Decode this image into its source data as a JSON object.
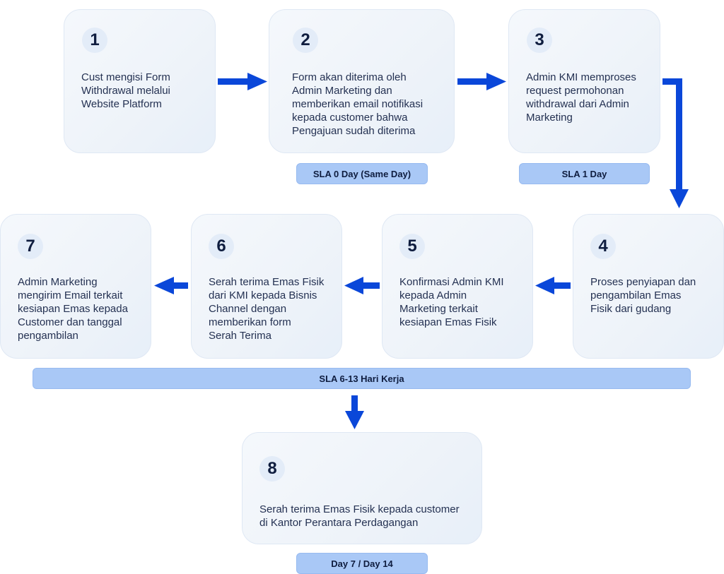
{
  "steps": [
    {
      "number": "1",
      "text": "Cust mengisi Form\nWithdrawal melalui\nWebsite Platform"
    },
    {
      "number": "2",
      "text": "Form akan diterima oleh\nAdmin Marketing dan\nmemberikan email notifikasi\nkepada customer bahwa\nPengajuan sudah diterima"
    },
    {
      "number": "3",
      "text": "Admin KMI memproses\nrequest permohonan\nwithdrawal dari Admin\nMarketing"
    },
    {
      "number": "4",
      "text": "Proses penyiapan dan\npengambilan Emas\nFisik dari gudang"
    },
    {
      "number": "5",
      "text": "Konfirmasi Admin KMI\nkepada Admin\nMarketing terkait\nkesiapan Emas Fisik"
    },
    {
      "number": "6",
      "text": "Serah terima Emas Fisik\ndari KMI kepada Bisnis\nChannel dengan\nmemberikan form\nSerah Terima"
    },
    {
      "number": "7",
      "text": "Admin Marketing\nmengirim Email terkait\nkesiapan Emas kepada\nCustomer dan tanggal\npengambilan"
    },
    {
      "number": "8",
      "text": "Serah terima Emas Fisik kepada customer\ndi Kantor Perantara Perdagangan"
    }
  ],
  "sla": {
    "step2": "SLA 0 Day (Same Day)",
    "step3": "SLA 1 Day",
    "row2": "SLA 6-13 Hari Kerja",
    "step8": "Day 7 / Day 14"
  },
  "colors": {
    "arrow": "#0a47d9",
    "sla_fill": "#a9c8f6",
    "card_fill": "#f0f5fb",
    "number_fill": "#e3ecf8"
  }
}
